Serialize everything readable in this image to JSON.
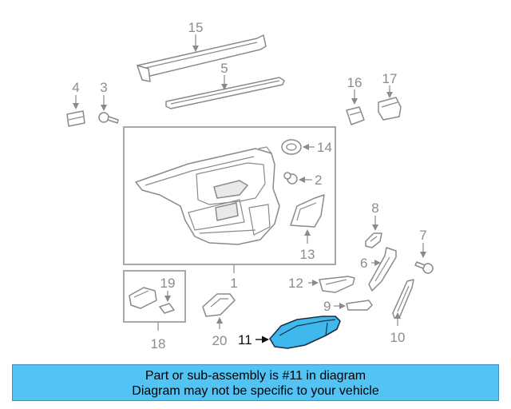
{
  "diagram": {
    "highlighted_part": "11",
    "highlight_color": "#3fb8ee",
    "labels": {
      "p1": "1",
      "p2": "2",
      "p3": "3",
      "p4": "4",
      "p5": "5",
      "p6": "6",
      "p7": "7",
      "p8": "8",
      "p9": "9",
      "p10": "10",
      "p11": "11",
      "p12": "12",
      "p13": "13",
      "p14": "14",
      "p15": "15",
      "p16": "16",
      "p17": "17",
      "p18": "18",
      "p19": "19",
      "p20": "20"
    }
  },
  "banner": {
    "line1": "Part or sub-assembly is #11 in diagram",
    "line2": "Diagram may not be specific to your vehicle",
    "background": "#53c3f3"
  }
}
